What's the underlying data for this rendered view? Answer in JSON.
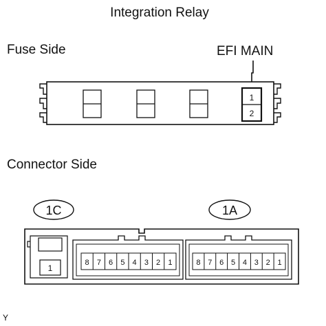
{
  "title": "Integration Relay",
  "fuse_side": {
    "label": "Fuse Side",
    "callout": "EFI MAIN",
    "efi_pins": [
      "1",
      "2"
    ]
  },
  "connector_side": {
    "label": "Connector Side",
    "connector_1c": {
      "tag": "1C",
      "pins": [
        "1"
      ]
    },
    "connector_1a_left": {
      "pins": [
        "8",
        "7",
        "6",
        "5",
        "4",
        "3",
        "2",
        "1"
      ]
    },
    "connector_1a_right": {
      "tag": "1A",
      "pins": [
        "8",
        "7",
        "6",
        "5",
        "4",
        "3",
        "2",
        "1"
      ]
    }
  },
  "footer_code": "Y"
}
